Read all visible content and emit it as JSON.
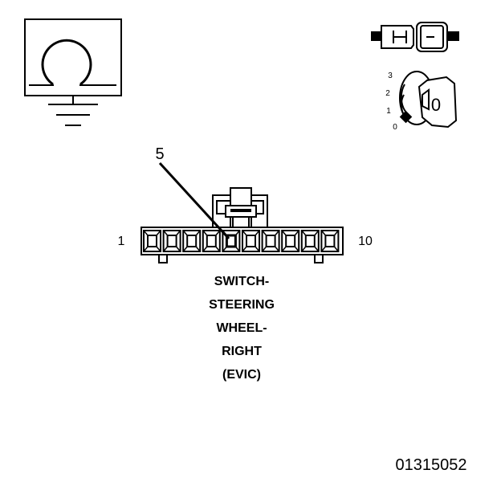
{
  "connector": {
    "pin_callout": "5",
    "first_pin": "1",
    "last_pin": "10",
    "pin_count": 10,
    "highlighted_pin": 5
  },
  "component_name": [
    "SWITCH-",
    "STEERING",
    "WHEEL-",
    "RIGHT",
    "(EVIC)"
  ],
  "ignition_positions": [
    "3",
    "2",
    "1",
    "0"
  ],
  "key_symbol": "0",
  "figure_number": "01315052",
  "colors": {
    "stroke": "#000000",
    "fill": "#ffffff"
  }
}
